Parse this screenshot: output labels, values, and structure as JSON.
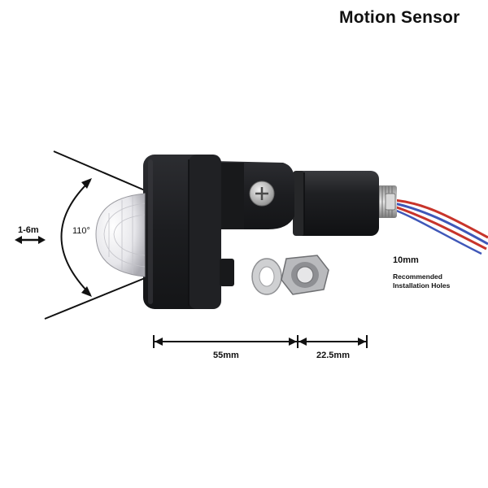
{
  "title": "Motion Sensor",
  "detection": {
    "range_label": "1-6m",
    "angle_label": "110°"
  },
  "dimensions": {
    "body_length": "55mm",
    "mount_length": "22.5mm"
  },
  "mounting": {
    "hole_size": "10mm",
    "note_line1": "Recommended",
    "note_line2": "Installation Holes"
  },
  "colors": {
    "housing": "#1e1f22",
    "lens": "#e8e8ea",
    "wire_red": "#c8342a",
    "wire_blue": "#3f57b8",
    "thread": "#cfcfcf"
  }
}
